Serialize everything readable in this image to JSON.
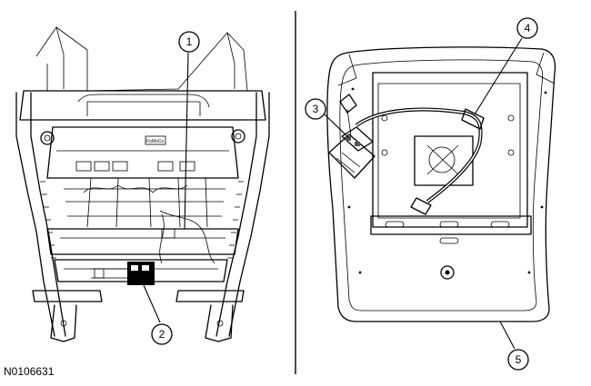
{
  "figure_id": "N0106631",
  "seat_label": "FoMoCo",
  "callouts": [
    {
      "number": "1"
    },
    {
      "number": "2"
    },
    {
      "number": "3"
    },
    {
      "number": "4"
    },
    {
      "number": "5"
    }
  ]
}
